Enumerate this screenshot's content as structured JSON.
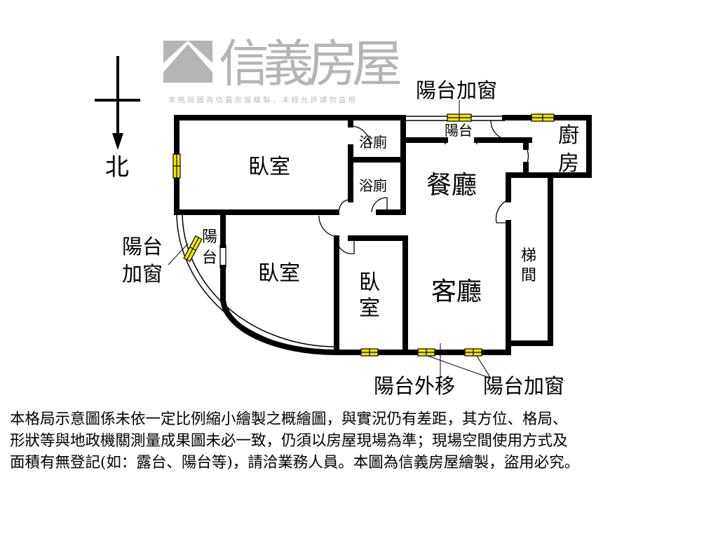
{
  "compass": {
    "label": "北"
  },
  "rooms": {
    "bedroom_top": "臥室",
    "bath_1": "浴廁",
    "bath_2": "浴廁",
    "balcony_top": "陽台",
    "kitchen_1": "廚",
    "kitchen_2": "房",
    "dining": "餐廳",
    "stair_1": "梯",
    "stair_2": "間",
    "balcony_left_1": "陽",
    "balcony_left_2": "台",
    "bedroom_left": "臥室",
    "bedroom_mid_1": "臥",
    "bedroom_mid_2": "室",
    "living": "客廳"
  },
  "callouts": {
    "top": "陽台加窗",
    "left_1": "陽台",
    "left_2": "加窗",
    "bottom_moved": "陽台外移",
    "bottom_window": "陽台加窗"
  },
  "watermark": {
    "brand": "信義房屋",
    "notice": "本格局圖為信義房屋繪製，未經允許請勿盜用"
  },
  "disclaimer": [
    "本格局示意圖係未依一定比例縮小繪製之概繪圖，與實況仍有差距，其方位、格局、",
    "形狀等與地政機關測量成果圖未必一致，仍須以房屋現場為準；現場空間使用方式及",
    "面積有無登記(如：露台、陽台等)，請洽業務人員。本圖為信義房屋繪製，盜用必究。"
  ],
  "colors": {
    "wall": "#000000",
    "window": "#f2e600",
    "watermark": "#a9a9a9"
  }
}
